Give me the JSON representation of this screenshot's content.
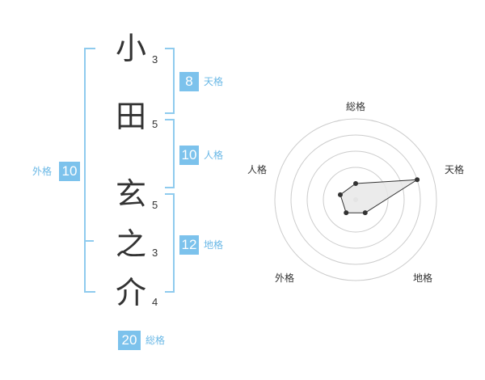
{
  "name": {
    "chars": [
      {
        "char": "小",
        "strokes": "3"
      },
      {
        "char": "田",
        "strokes": "5"
      },
      {
        "char": "玄",
        "strokes": "5"
      },
      {
        "char": "之",
        "strokes": "3"
      },
      {
        "char": "介",
        "strokes": "4"
      }
    ]
  },
  "fortunes": {
    "tenkaku": {
      "value": "8",
      "label": "天格"
    },
    "jinkaku": {
      "value": "10",
      "label": "人格"
    },
    "chikaku": {
      "value": "12",
      "label": "地格"
    },
    "gaikaku": {
      "value": "10",
      "label": "外格"
    },
    "soukaku": {
      "value": "20",
      "label": "総格"
    }
  },
  "chart_data": {
    "type": "radar",
    "axes": [
      "総格",
      "天格",
      "地格",
      "外格",
      "人格"
    ],
    "values": [
      1,
      4,
      1,
      1,
      1
    ],
    "rings": 4,
    "colors": {
      "ring": "#cccccc",
      "fill": "#e8e8e8",
      "line": "#333333",
      "dot": "#333333"
    }
  }
}
